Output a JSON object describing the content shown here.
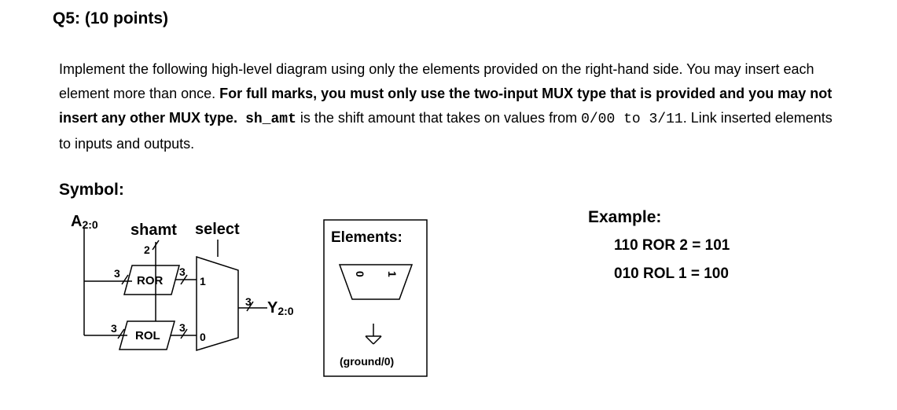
{
  "question": {
    "title": "Q5: (10 points)"
  },
  "instructions": {
    "text1": "Implement the following high-level diagram using only the elements provided on the right-hand side. You may insert each element more than once. ",
    "bold1": "For full marks, you must only use the two-input MUX type that is provided and you may not insert any other MUX type.",
    "mono1": "sh_amt",
    "text2": " is the shift amount that takes on values from ",
    "mono2": "0/00 to 3/11",
    "text3": ". Link inserted elements to inputs and outputs."
  },
  "symbol": {
    "heading": "Symbol:",
    "input_A": "A",
    "input_A_sub": "2:0",
    "shamt_label": "shamt",
    "select_label": "select",
    "shamt_width": "2",
    "ror_label": "ROR",
    "rol_label": "ROL",
    "bus_width": "3",
    "mux_in1": "1",
    "mux_in0": "0",
    "output_Y": "Y",
    "output_Y_sub": "2:0"
  },
  "elements_box": {
    "heading": "Elements:",
    "mux_in0_label": "0",
    "mux_in1_label": "1",
    "ground_label": "(ground/0)"
  },
  "example": {
    "heading": "Example:",
    "line1": "110 ROR 2 = 101",
    "line2": "010 ROL 1 = 100"
  }
}
